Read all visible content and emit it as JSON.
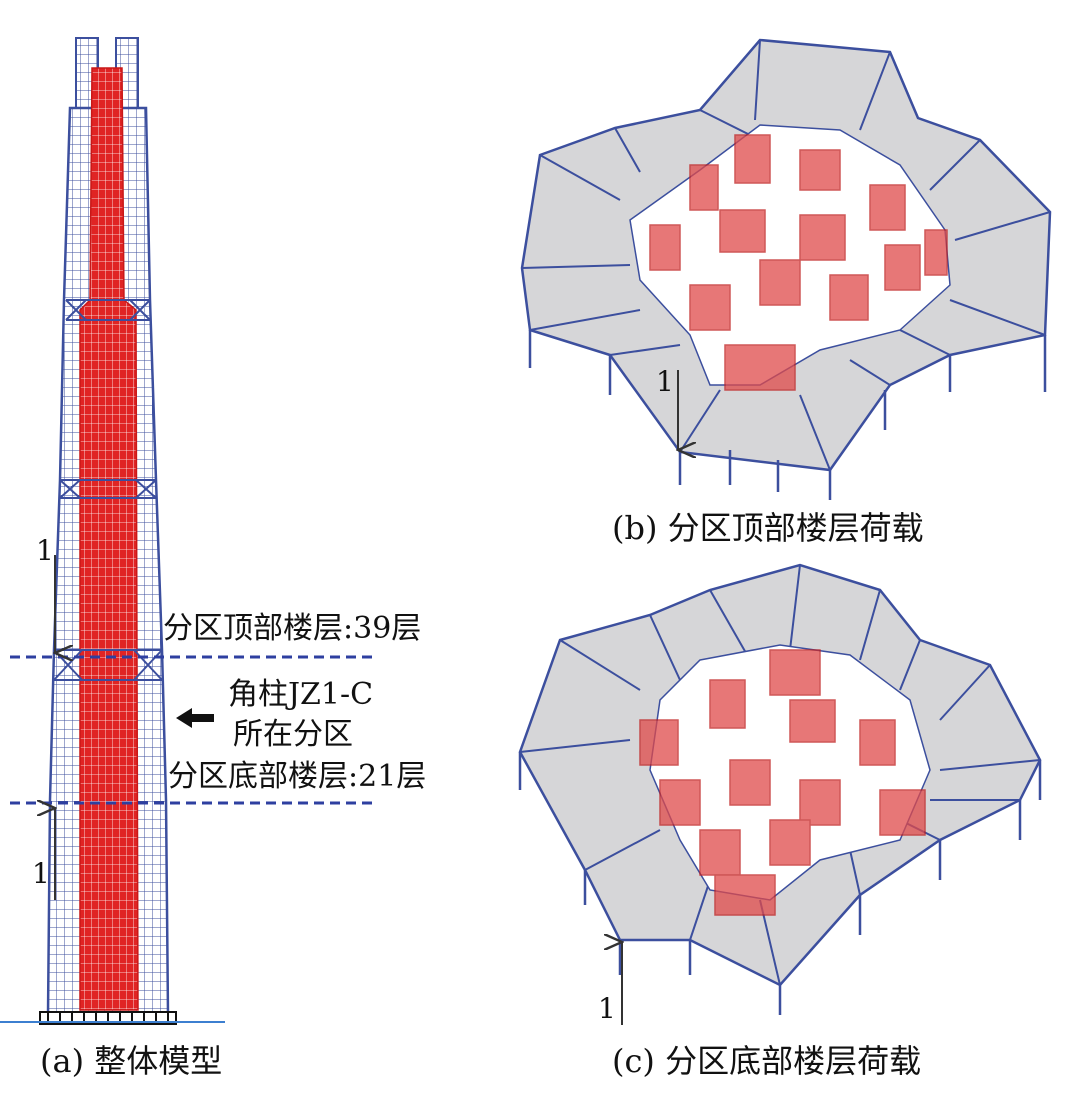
{
  "panels": {
    "a": {
      "caption": "(a) 整体模型"
    },
    "b": {
      "caption": "(b) 分区顶部楼层荷载"
    },
    "c": {
      "caption": "(c) 分区底部楼层荷载"
    }
  },
  "annotations": {
    "top_floor": "分区顶部楼层:39层",
    "column_line1": "角柱JZ1-C",
    "column_line2": "所在分区",
    "bottom_floor": "分区底部楼层:21层",
    "load_label": "1"
  },
  "colors": {
    "frame": "#3c4f9e",
    "core": "#e02424",
    "slab": "#d6d6d8",
    "wall": "#e04a4a",
    "dash": "#2e3fa0",
    "arrow": "#111111"
  },
  "icons": [
    "left-arrow-icon",
    "load-arrow-icon"
  ]
}
